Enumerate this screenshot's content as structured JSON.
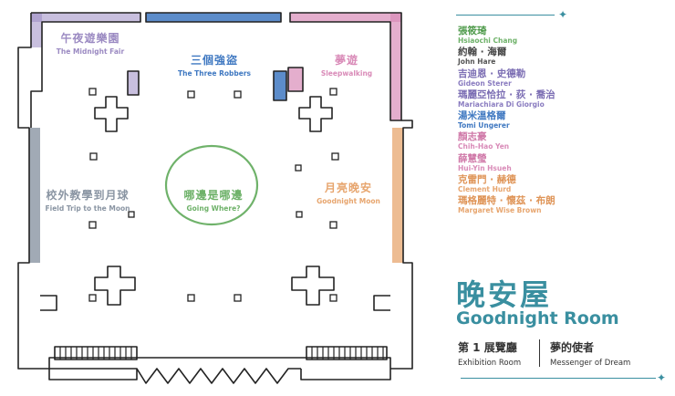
{
  "colors": {
    "accent": "#3a8fa0",
    "midnight_fair": "#9b8ac2",
    "three_robbers": "#3f78c1",
    "sleepwalking": "#d98bb8",
    "field_trip": "#8a95a3",
    "going_where": "#6fb26a",
    "goodnight_moon": "#e7a56e",
    "wall": "#222222"
  },
  "rooms": [
    {
      "name_zh": "午夜遊樂園",
      "name_en": "The Midnight Fair",
      "color": "#9b8ac2"
    },
    {
      "name_zh": "三個強盜",
      "name_en": "The Three Robbers",
      "color": "#3f78c1"
    },
    {
      "name_zh": "夢遊",
      "name_en": "Sleepwalking",
      "color": "#d98bb8"
    },
    {
      "name_zh": "校外教學到月球",
      "name_en": "Field Trip to the Moon",
      "color": "#8a95a3"
    },
    {
      "name_zh": "哪邊是哪邊",
      "name_en": "Going Where?",
      "color": "#6fb26a"
    },
    {
      "name_zh": "月亮晚安",
      "name_en": "Goodnight Moon",
      "color": "#e7a56e"
    }
  ],
  "artists": [
    {
      "zh": "張筱琦",
      "en": "Hsiaochi Chang",
      "color": "#6fb26a"
    },
    {
      "zh": "約翰 · 海爾",
      "en": "John Hare",
      "color": "#555555"
    },
    {
      "zh": "吉迪恩 · 史德勒",
      "en": "Gideon Sterer",
      "color": "#8a7cc0"
    },
    {
      "zh": "瑪麗亞恰拉 · 荻 · 喬治",
      "en": "Mariachiara Di Giorgio",
      "color": "#8a7cc0"
    },
    {
      "zh": "湯米溫格爾",
      "en": "Tomi Ungerer",
      "color": "#3f78c1"
    },
    {
      "zh": "顏志豪",
      "en": "Chih-Hao Yen",
      "color": "#d98bb8"
    },
    {
      "zh": "薛慧瑩",
      "en": "Hui-Yin Hsueh",
      "color": "#d98bb8"
    },
    {
      "zh": "克雷門 · 赫德",
      "en": "Clement Hurd",
      "color": "#e7a56e"
    },
    {
      "zh": "瑪格麗特 · 懷茲 · 布朗",
      "en": "Margaret Wise Brown",
      "color": "#e7a56e"
    }
  ],
  "title": {
    "zh": "晚安屋",
    "en": "Goodnight Room"
  },
  "hall": {
    "zh": "第 1 展覽廳",
    "en": "Exhibition Room"
  },
  "theme": {
    "zh": "夢的使者",
    "en": "Messenger of Dream"
  }
}
